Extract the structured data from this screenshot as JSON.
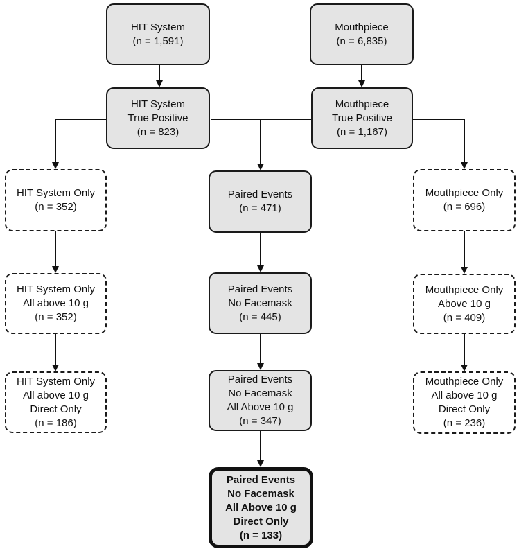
{
  "nodes": {
    "hit_system": [
      "HIT System",
      "(n = 1,591)"
    ],
    "mouthpiece": [
      "Mouthpiece",
      "(n = 6,835)"
    ],
    "hit_true_positive": [
      "HIT System",
      "True Positive",
      "(n = 823)"
    ],
    "mouth_true_positive": [
      "Mouthpiece",
      "True Positive",
      "(n = 1,167)"
    ],
    "hit_only": [
      "HIT System Only",
      "(n = 352)"
    ],
    "paired": [
      "Paired Events",
      "(n = 471)"
    ],
    "mouth_only": [
      "Mouthpiece Only",
      "(n = 696)"
    ],
    "hit_only_above10": [
      "HIT System Only",
      "All above 10 g",
      "(n = 352)"
    ],
    "paired_no_facemask": [
      "Paired Events",
      "No Facemask",
      "(n = 445)"
    ],
    "mouth_only_above10": [
      "Mouthpiece Only",
      "Above 10 g",
      "(n = 409)"
    ],
    "hit_only_direct": [
      "HIT System Only",
      "All above 10 g",
      "Direct Only",
      "(n = 186)"
    ],
    "paired_above10": [
      "Paired Events",
      "No Facemask",
      "All Above 10 g",
      "(n = 347)"
    ],
    "mouth_only_direct": [
      "Mouthpiece Only",
      "All above 10 g",
      "Direct Only",
      "(n = 236)"
    ],
    "paired_final": [
      "Paired Events",
      "No Facemask",
      "All Above 10 g",
      "Direct Only",
      "(n = 133)"
    ]
  }
}
